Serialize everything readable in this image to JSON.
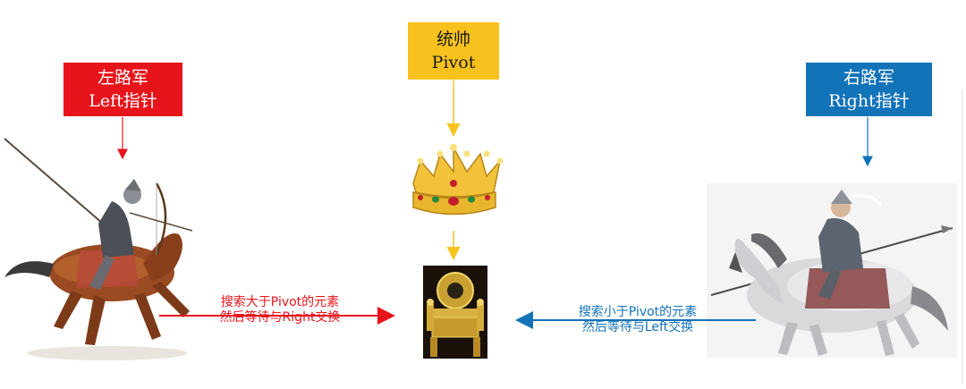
{
  "left": {
    "line1": "左路军",
    "line2": "Left指针",
    "caption_line1": "搜索大于Pivot的元素",
    "caption_line2": "然后等待与Right交换",
    "color": "#e8141b"
  },
  "pivot": {
    "line1": "统帅",
    "line2": "Pivot",
    "color": "#f7c21d"
  },
  "right": {
    "line1": "右路军",
    "line2": "Right指针",
    "caption_line1": "搜索小于Pivot的元素",
    "caption_line2": "然后等待与Left交换",
    "color": "#1373b9"
  },
  "images": {
    "left_rider": "horse-archer-illustration",
    "crown": "crown-icon",
    "throne": "throne-icon",
    "right_rider": "spear-cavalry-illustration"
  }
}
